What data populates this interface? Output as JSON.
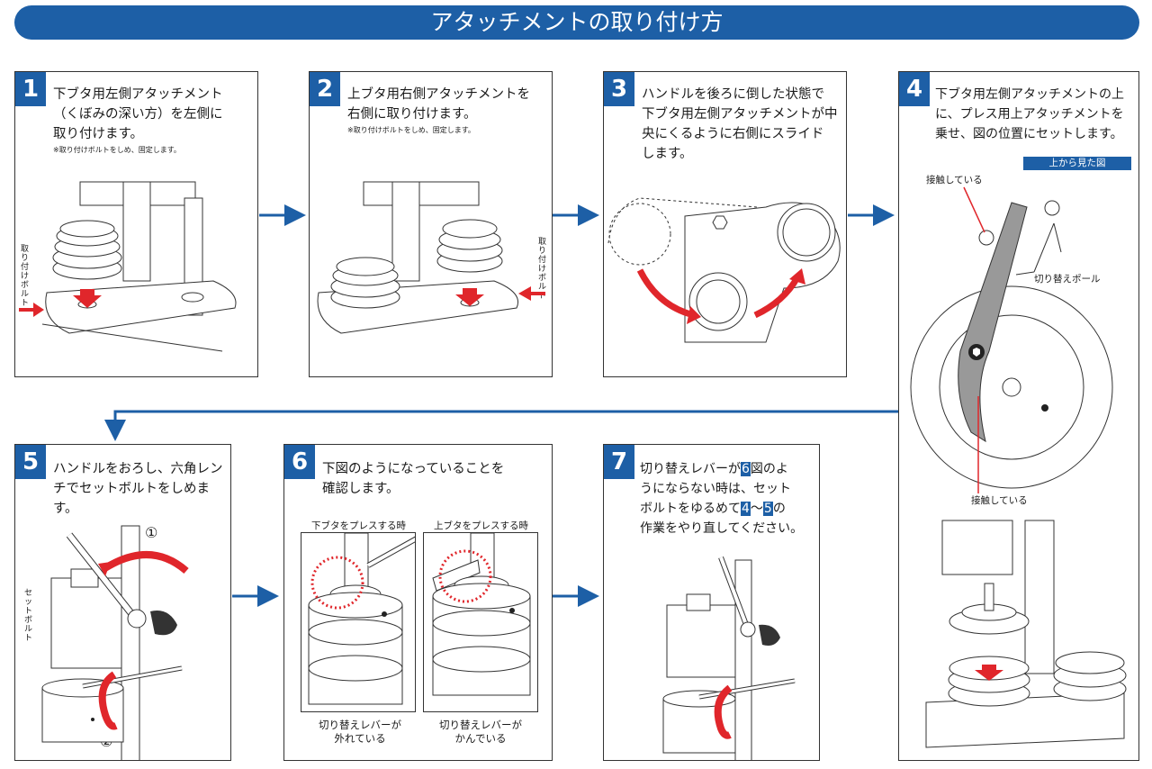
{
  "title": "アタッチメントの取り付け方",
  "colors": {
    "brand_blue": "#1d5fa6",
    "accent_red": "#e0262b"
  },
  "steps": [
    {
      "num": "1",
      "text": "下ブタ用左側アタッチメント\n（くぼみの深い方）を左側に\n取り付けます。",
      "note": "※取り付けボルトをしめ、固定します。",
      "label": "取り付けボルト"
    },
    {
      "num": "2",
      "text": "上ブタ用右側アタッチメントを\n右側に取り付けます。",
      "note": "※取り付けボルトをしめ、固定します。",
      "label": "取り付けボルト"
    },
    {
      "num": "3",
      "text": "ハンドルを後ろに倒した状態で\n下ブタ用左側アタッチメントが中\n央にくるように右側にスライド\nします。"
    },
    {
      "num": "4",
      "text": "下ブタ用左側アタッチメントの上\nに、プレス用上アタッチメントを\n乗せ、図の位置にセットします。",
      "view_badge": "上から見た図",
      "contact_top": "接触している",
      "contact_bottom": "接触している",
      "switch_pole": "切り替えポール"
    },
    {
      "num": "5",
      "text": "ハンドルをおろし、六角レン\nチでセットボルトをしめま\nす。",
      "label": "セットボルト",
      "circle1": "①",
      "circle2": "②"
    },
    {
      "num": "6",
      "text": "下図のようになっていることを\n確認します。",
      "left_caption": "下ブタをプレスする時",
      "right_caption": "上ブタをプレスする時",
      "left_status": "切り替えレバーが\n外れている",
      "right_status": "切り替えレバーが\nかんでいる"
    },
    {
      "num": "7",
      "line1_pre": "切り替えレバーが",
      "ref1": "6",
      "line1_post": "図のよ",
      "line2": "うにならない時は、セット",
      "line3_pre": "ボルトをゆるめて",
      "ref2": "4",
      "tilde": "〜",
      "ref3": "5",
      "line3_post": "の",
      "line4": "作業をやり直してください。"
    }
  ]
}
